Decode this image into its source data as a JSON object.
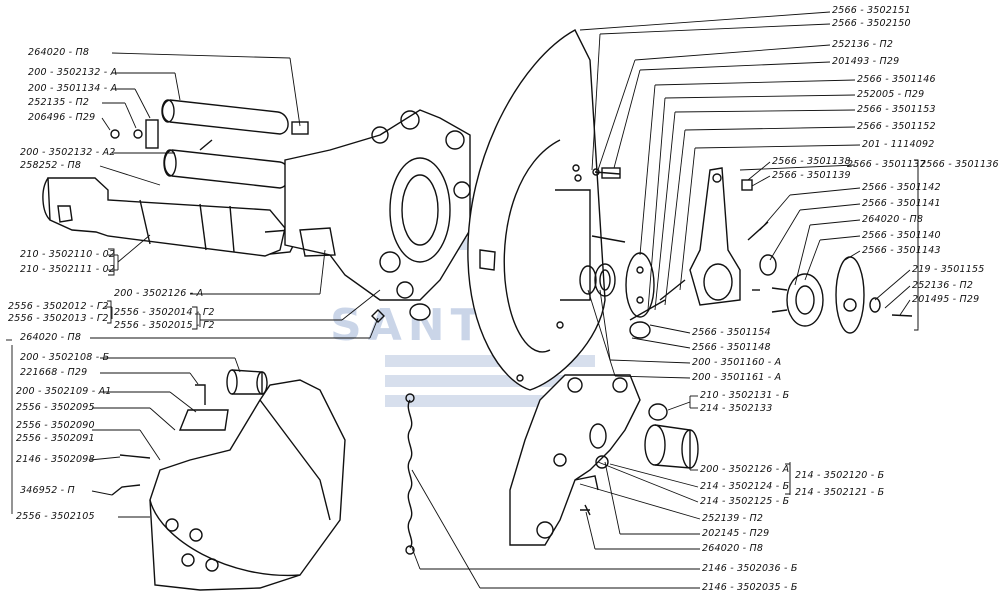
{
  "watermark": "SANTAI",
  "labels_left": [
    "264020 - П8",
    "200 - 3502132 - А",
    "200 - 3501134 - А",
    "252135 - П2",
    "206496 - П29",
    "200 - 3502132 - А2",
    "258252 - П8",
    "210 - 3502110 - 02",
    "210 - 3502111 - 02",
    "200 - 3502126 - А",
    "2556 - 3502012 - Г2",
    "2556 - 3502013 - Г2",
    "2556 - 3502014 - Г2",
    "2556 - 3502015 - Г2",
    "264020 - П8",
    "200 - 3502108 - Б",
    "221668 - П29",
    "200 - 3502109 - А1",
    "2556 - 3502095",
    "2556 - 3502090",
    "2556 - 3502091",
    "2146 - 3502098",
    "346952 - П",
    "2556 - 3502105"
  ],
  "labels_right": [
    "2566 - 3502151",
    "2566 - 3502150",
    "252136 - П2",
    "201493 - П29",
    "2566 - 3501146",
    "252005 - П29",
    "2566 - 3501153",
    "2566 - 3501152",
    "201 - 1114092",
    "2566 - 3501137",
    "2566 - 3501136",
    "2566 - 3501138",
    "2566 - 3501139",
    "2566 - 3501142",
    "2566 - 3501141",
    "264020 - П8",
    "2566 - 3501140",
    "2566 - 3501143",
    "219 - 3501155",
    "252136 - П2",
    "201495 - П29",
    "2566 - 3501154",
    "2566 - 3501148",
    "200 - 3501160 - А",
    "200 - 3501161 - А",
    "210 - 3502131 - Б",
    "214 - 3502133"
  ],
  "labels_bottom": [
    "200 - 3502126 - А",
    "214 - 3502124 - Б",
    "214 - 3502125 - Б",
    "214 - 3502120 - Б",
    "214 - 3502121 - Б",
    "252139 - П2",
    "202145 - П29",
    "264020 - П8",
    "2146 - 3502036 - Б",
    "2146 - 3502035 - Б"
  ]
}
